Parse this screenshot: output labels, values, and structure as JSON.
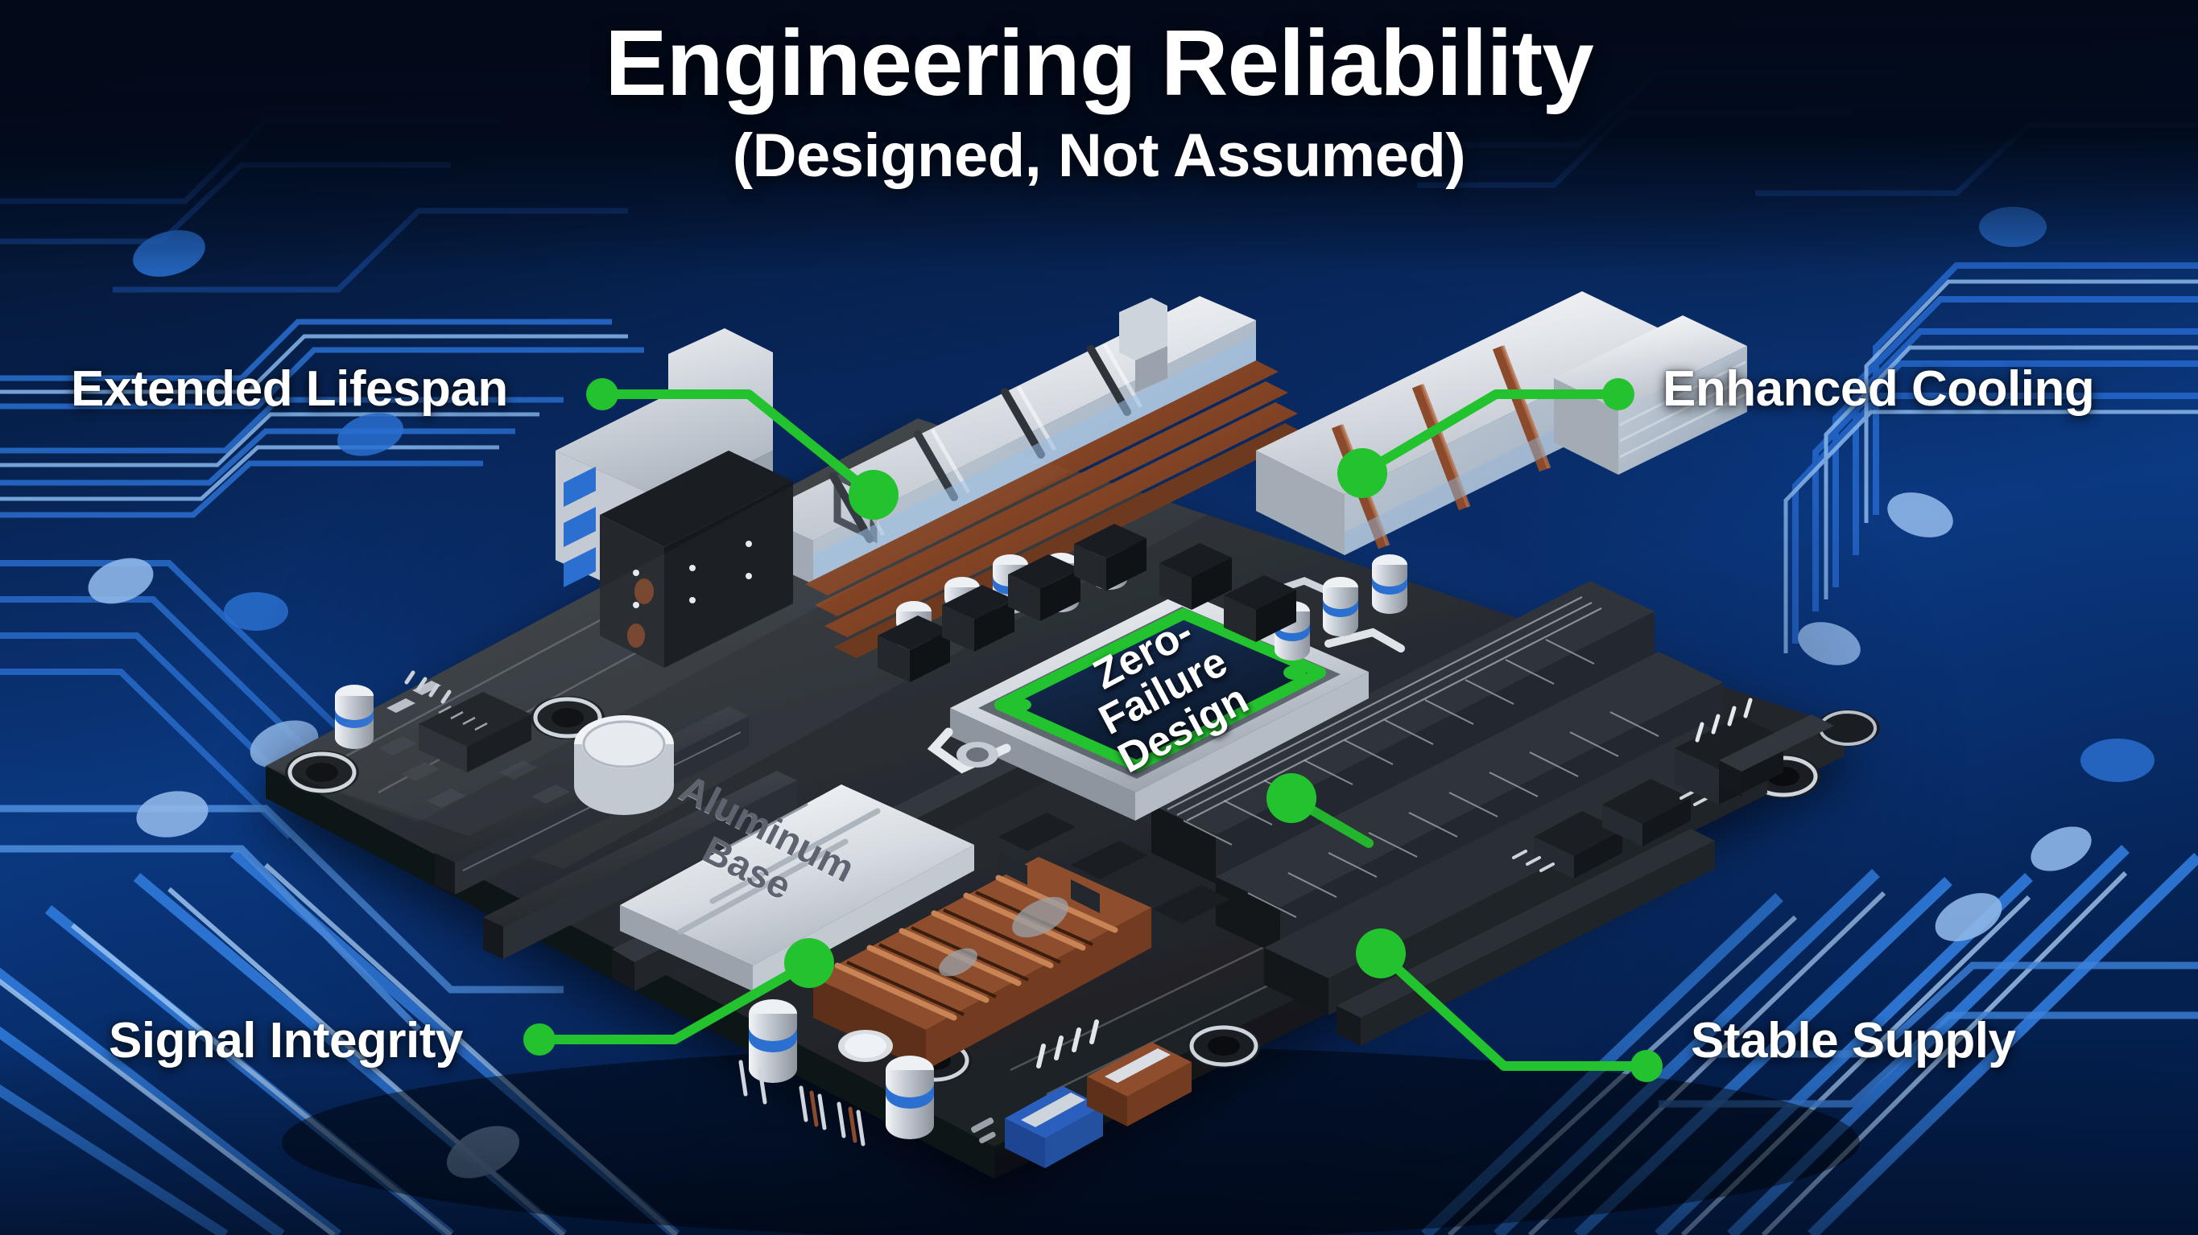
{
  "header": {
    "title": "Engineering Reliability",
    "subtitle": "(Designed, Not Assumed)"
  },
  "callouts": [
    {
      "id": "extended-lifespan",
      "label": "Extended Lifespan",
      "side": "left",
      "position": "top",
      "dot_color": "#22c32e"
    },
    {
      "id": "enhanced-cooling",
      "label": "Enhanced Cooling",
      "side": "right",
      "position": "top",
      "dot_color": "#22c32e"
    },
    {
      "id": "signal-integrity",
      "label": "Signal Integrity",
      "side": "left",
      "position": "bottom",
      "dot_color": "#22c32e"
    },
    {
      "id": "stable-supply",
      "label": "Stable Supply",
      "side": "right",
      "position": "bottom",
      "dot_color": "#22c32e"
    }
  ],
  "chip": {
    "line1": "Zero-",
    "line2": "Failure",
    "line3": "Design",
    "border_color": "#22c32e",
    "face_color": "#11294a"
  },
  "heatsink": {
    "engraving": "Aluminum Base"
  },
  "palette": {
    "background": "#020d1e",
    "circuit_blue": "#1356b8",
    "circuit_blue_light": "#8fb7e8",
    "accent_green": "#22c32e",
    "board_dark": "#2b2f34",
    "copper": "#8a4a2b",
    "metal_light": "#e3e6ea",
    "text_white": "#ffffff"
  }
}
